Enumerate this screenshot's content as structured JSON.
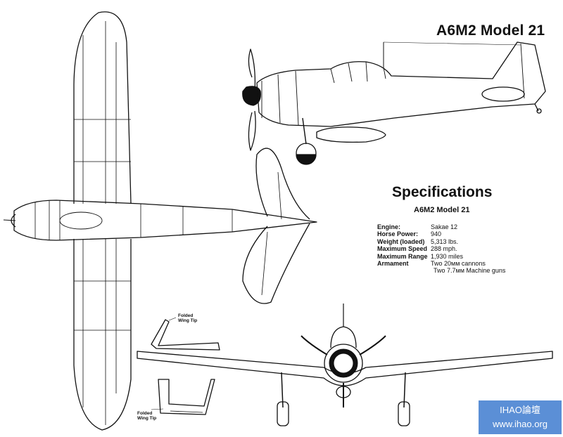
{
  "title": "A6M2 Model 21",
  "specifications": {
    "heading": "Specifications",
    "subtitle": "A6M2 Model 21",
    "rows": [
      {
        "label": "Engine:",
        "value": "Sakae 12"
      },
      {
        "label": "Horse Power:",
        "value": "940"
      },
      {
        "label": "Weight (loaded)",
        "value": "5,313 lbs."
      },
      {
        "label": "Maximum Speed",
        "value": "288 mph."
      },
      {
        "label": "Maximum Range",
        "value": "1,930 miles"
      },
      {
        "label": "Armament",
        "value": "Two 20мм cannons"
      }
    ],
    "armament_continued": "Two 7.7мм Machine guns"
  },
  "annotations": {
    "folded_wing_tip_top": "Folded\nWing Tip",
    "folded_wing_tip_bottom": "Folded\nWing Tip"
  },
  "watermark": {
    "line1": "IHAO論壇",
    "line2": "www.ihao.org",
    "color": "#5b8fd6"
  }
}
